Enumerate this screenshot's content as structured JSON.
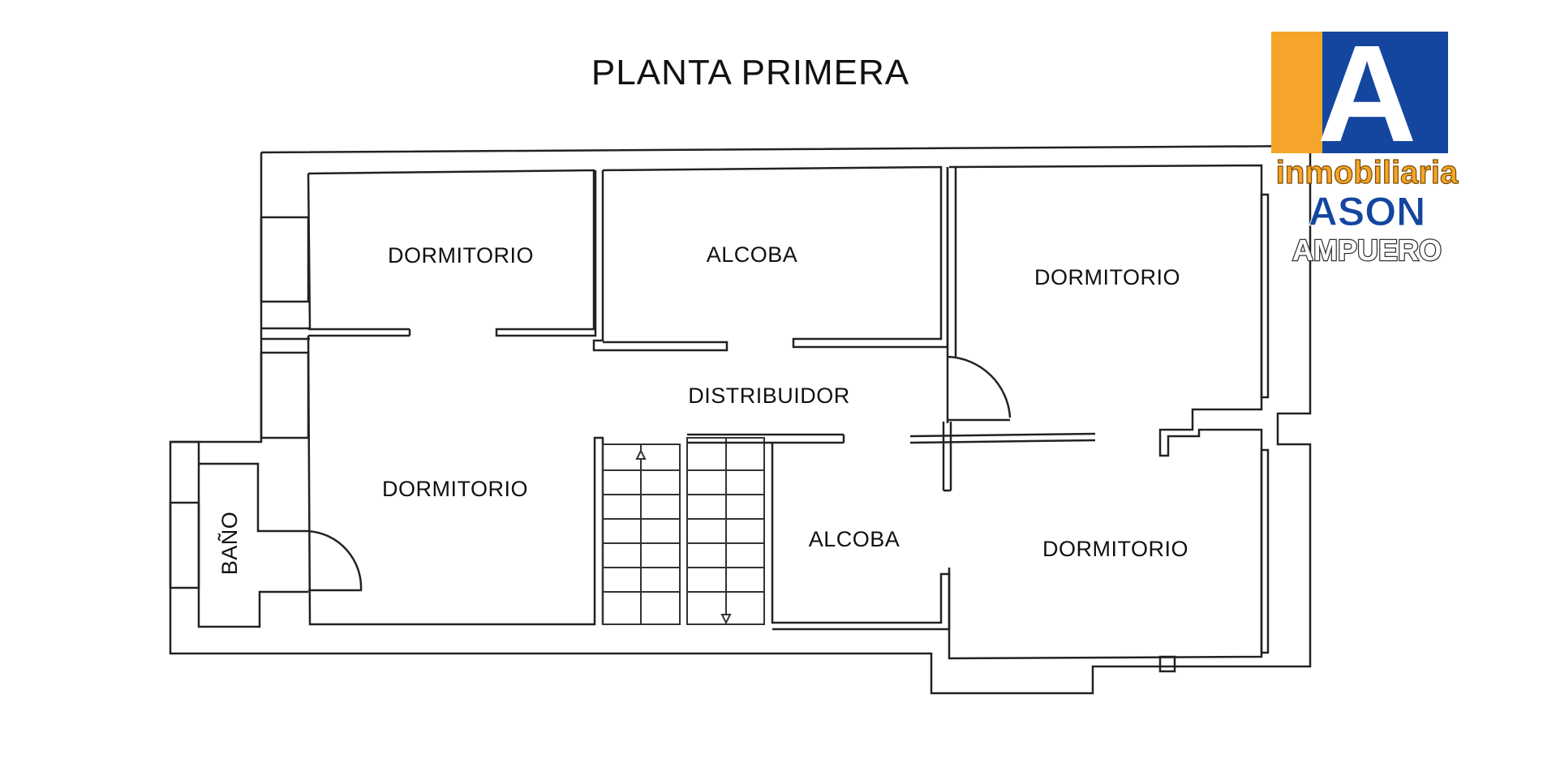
{
  "plan": {
    "title": "PLANTA PRIMERA",
    "rooms": {
      "dormitorio_top_left": "DORMITORIO",
      "alcoba_top": "ALCOBA",
      "dormitorio_top_right": "DORMITORIO",
      "distribuidor": "DISTRIBUIDOR",
      "dormitorio_mid_left": "DORMITORIO",
      "bano": "BAÑO",
      "alcoba_bottom": "ALCOBA",
      "dormitorio_bottom_right": "DORMITORIO"
    }
  },
  "logo": {
    "mark_letter": "A",
    "line1": "inmobiliaria",
    "line2": "ASON",
    "line3": "AMPUERO",
    "colors": {
      "orange": "#F5A52A",
      "blue": "#1446A0",
      "white": "#ffffff"
    }
  }
}
